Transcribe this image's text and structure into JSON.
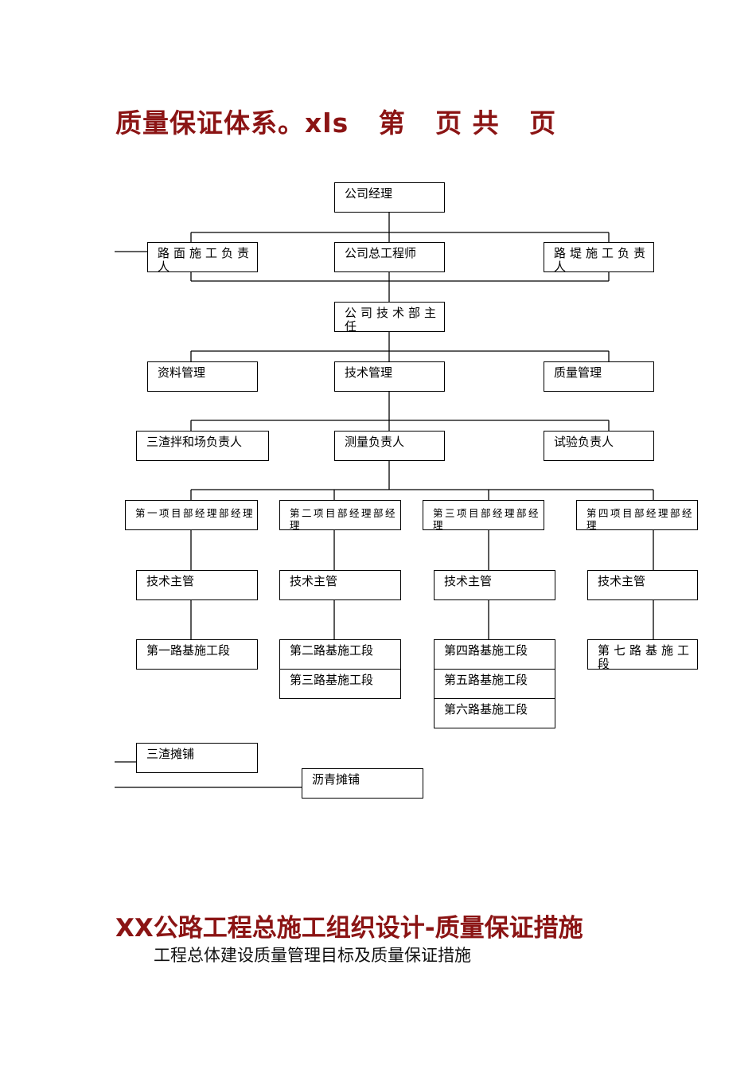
{
  "header": {
    "title": "质量保证体系。xls   第   页 共   页"
  },
  "org": {
    "manager": "公司经理",
    "road_surface_lead": "路面施工负责人",
    "chief_engineer": "公司总工程师",
    "embankment_lead": "路堤施工负责人",
    "tech_dept_head": "公司技术部主任",
    "records_mgmt": "资料管理",
    "tech_mgmt": "技术管理",
    "quality_mgmt": "质量管理",
    "mixing_site_lead": "三渣拌和场负责人",
    "survey_lead": "测量负责人",
    "testing_lead": "试验负责人",
    "project1_manager": "第一项目部经理部经理",
    "project2_manager": "第二项目部经理部经理",
    "project3_manager": "第三项目部经理部经理",
    "project4_manager": "第四项目部经理部经理",
    "tech_supervisor": "技术主管",
    "section1": "第一路基施工段",
    "section2": "第二路基施工段",
    "section3": "第三路基施工段",
    "section4": "第四路基施工段",
    "section5": "第五路基施工段",
    "section6": "第六路基施工段",
    "section7": "第七路基施工段",
    "sanzha_paving": "三渣摊铺",
    "asphalt_paving": "沥青摊铺"
  },
  "footer": {
    "title": "XX公路工程总施工组织设计-质量保证措施",
    "subtitle": "工程总体建设质量管理目标及质量保证措施"
  }
}
